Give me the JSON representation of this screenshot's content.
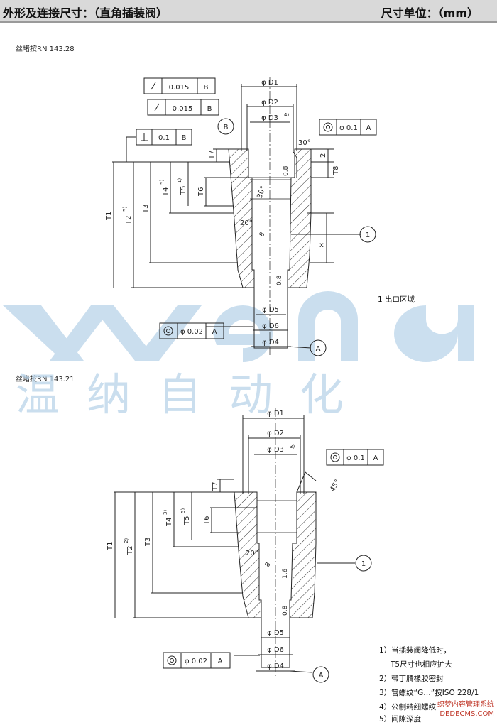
{
  "header": {
    "title": "外形及连接尺寸：（直角插装阀）",
    "unit": "尺寸单位：（mm）"
  },
  "diagram1": {
    "thread_std": "丝堵按RN  143.28",
    "tol_runout1": "0.015",
    "tol_runout2": "0.015",
    "tol_ref": "B",
    "tol_perp": "0.1",
    "tol_perp_ref": "B",
    "tol_conc": "φ 0.1",
    "tol_conc_ref": "A",
    "tol_conc_low": "φ 0.02",
    "tol_conc_low_ref": "A",
    "datum_b": "B",
    "datum_a": "A",
    "d1": "φ D1",
    "d2": "φ D2",
    "d3": "φ D3",
    "d3_sup": "4)",
    "d4": "φ D4",
    "d5": "φ D5",
    "d6": "φ D6",
    "t1": "T1",
    "t2": "T2",
    "t2_sup": "5)",
    "t3": "T3",
    "t4": "T4",
    "t4_sup": "5)",
    "t5": "T5",
    "t5_sup": "1)",
    "t6": "T6",
    "t7": "T7",
    "t8": "T8",
    "ang30a": "30°",
    "ang30b": "30°",
    "ang20": "20°",
    "dim2": "2",
    "dimx": "x",
    "rough08a": "0.8",
    "rough08b": "0.8",
    "rough8": "8",
    "callout": "1",
    "legend": "1  出口区域"
  },
  "watermark": {
    "latin": "wena",
    "cn": "温纳自动化"
  },
  "diagram2": {
    "thread_std": "丝堵按RN  143.21",
    "tol_conc": "φ 0.1",
    "tol_conc_ref": "A",
    "tol_conc_low": "φ 0.02",
    "tol_conc_low_ref": "A",
    "datum_a": "A",
    "d1": "φ D1",
    "d2": "φ D2",
    "d3": "φ D3",
    "d3_sup": "3)",
    "d4": "φ D4",
    "d5": "φ D5",
    "d6": "φ D6",
    "t1": "T1",
    "t2": "T2",
    "t2_sup": "2)",
    "t3": "T3",
    "t4": "T4",
    "t4_sup": "3)",
    "t5": "T5",
    "t5_sup": "5)",
    "t6": "T6",
    "t7": "T7",
    "ang45": "45°",
    "ang20": "20°",
    "rough16": "1.6",
    "rough08": "0.8",
    "rough8": "8",
    "callout": "1"
  },
  "notes": [
    "1）当插装阀降低时，",
    "T5尺寸也相应扩大",
    "2）带丁腈橡胶密封",
    "3）管螺纹“G…”按ISO  228/1",
    "4）公制精细螺纹",
    "5）间隙深度"
  ],
  "stamp": {
    "line1": "织梦内容管理系统",
    "line2": "DEDECMS.COM"
  }
}
